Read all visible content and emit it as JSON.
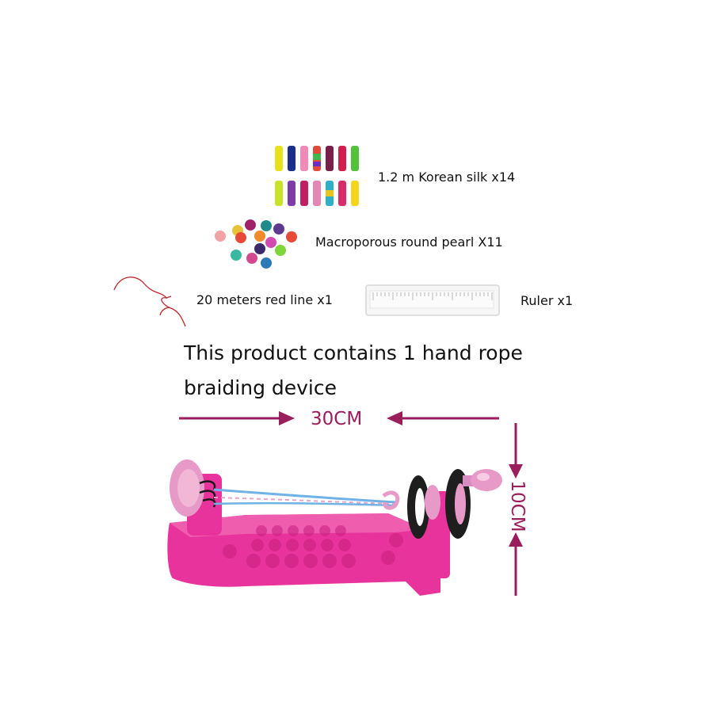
{
  "contents": [
    {
      "label": "1.2 m Korean silk x14",
      "icon": "silk-thread-bundles"
    },
    {
      "label": "Macroporous round pearl X11",
      "icon": "round-beads"
    },
    {
      "label": "20 meters red line x1",
      "icon": "red-string"
    },
    {
      "label": "Ruler x1",
      "icon": "ruler"
    }
  ],
  "heading": "This product contains 1 hand rope braiding device",
  "dimensions": {
    "width_label": "30CM",
    "height_label": "10CM",
    "arrow_color": "#9a1e5c"
  },
  "colors": {
    "device_body": "#e8339c",
    "device_light": "#f2a3c9",
    "knob": "#d98cc0",
    "ring": "#1e1e1e",
    "cord": "#6fb3e6"
  }
}
